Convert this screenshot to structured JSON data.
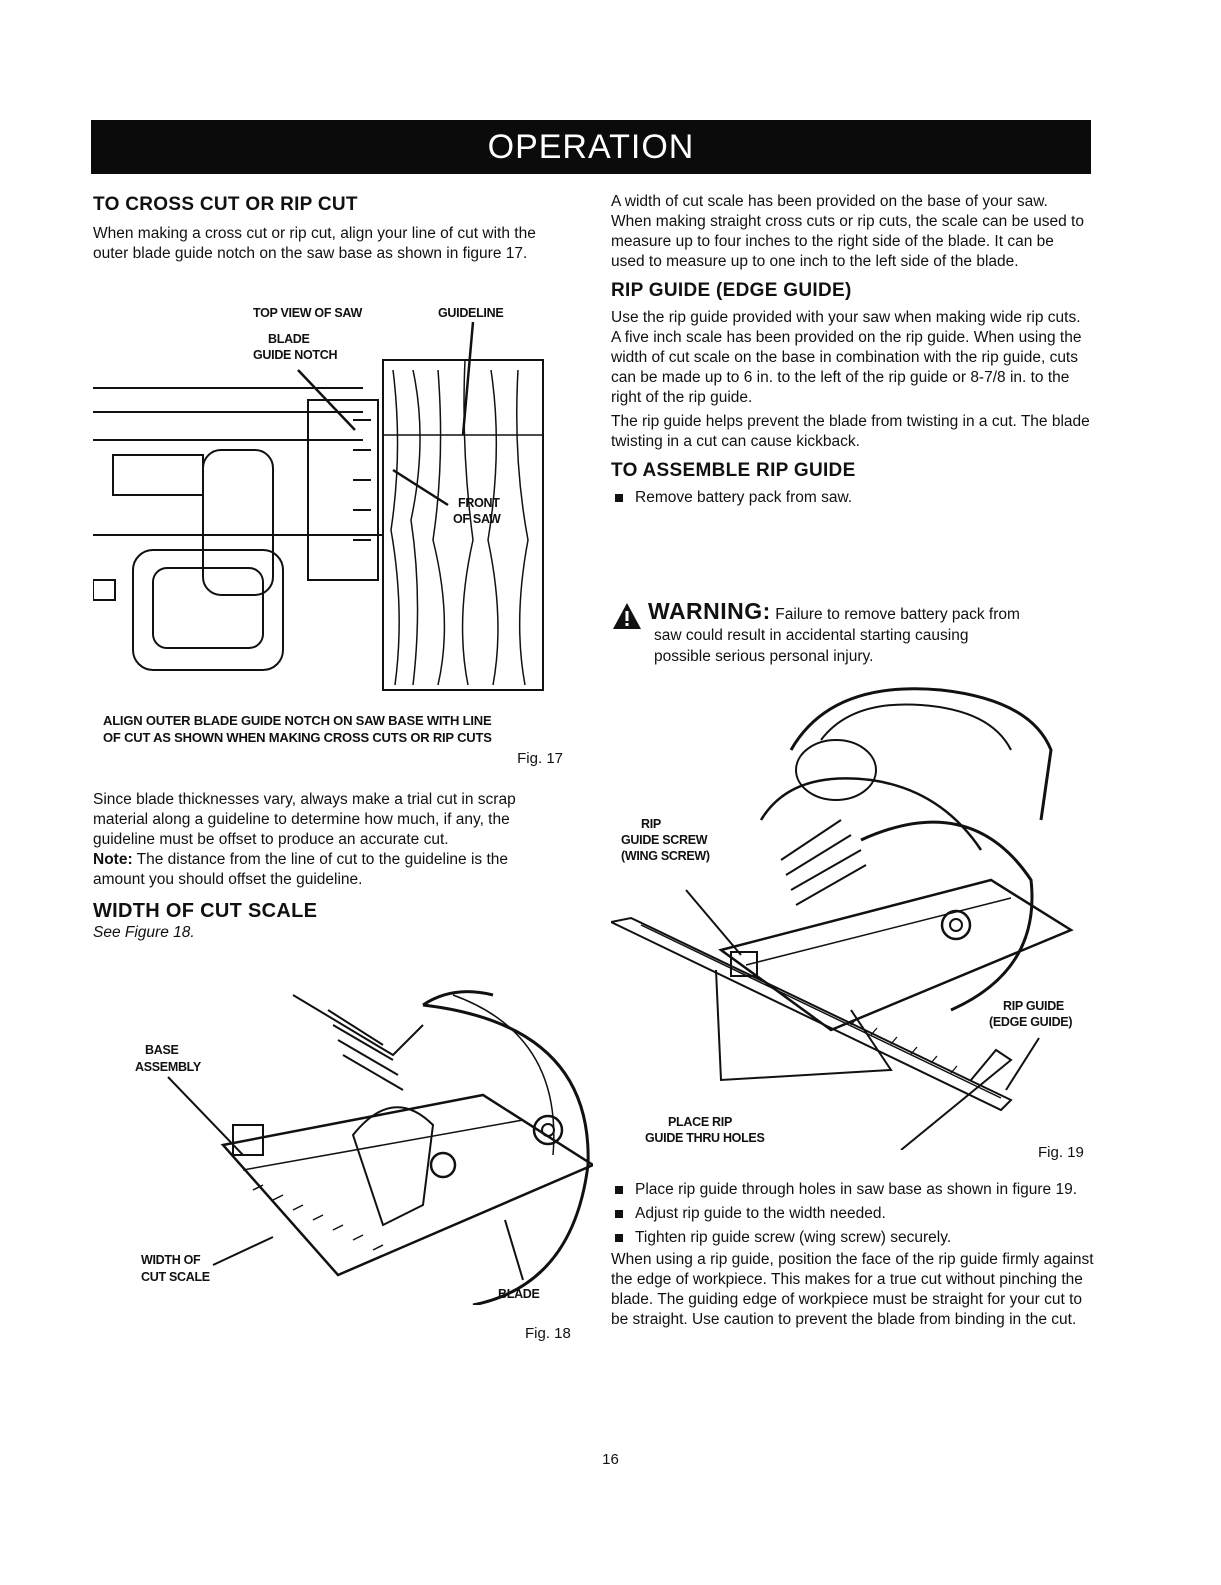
{
  "header": {
    "title": "OPERATION"
  },
  "left": {
    "cross_cut": {
      "heading": "TO CROSS CUT OR RIP CUT",
      "body": "When making a cross cut or rip cut, align your line of cut with the outer blade guide notch on the saw base as shown in figure 17."
    },
    "fig17": {
      "label_top_view": "TOP VIEW OF SAW",
      "label_guideline": "GUIDELINE",
      "label_blade_guide_notch_1": "BLADE",
      "label_blade_guide_notch_2": "GUIDE NOTCH",
      "label_front_1": "FRONT",
      "label_front_2": "OF SAW",
      "caption_1": "ALIGN OUTER BLADE GUIDE NOTCH ON SAW BASE WITH LINE",
      "caption_2": "OF CUT AS SHOWN WHEN MAKING CROSS CUTS OR RIP CUTS",
      "figno": "Fig. 17"
    },
    "thickness": "Since blade thicknesses vary, always make a trial cut in scrap material along a guideline to determine how much, if any, the guideline must be offset to produce an accurate cut.",
    "note_label": "Note:",
    "note_text": " The distance from the line of cut to the guideline is the amount you should offset the guideline.",
    "width_scale": {
      "heading": "WIDTH OF CUT SCALE",
      "see": "See Figure 18."
    },
    "fig18": {
      "label_base_1": "BASE",
      "label_base_2": "ASSEMBLY",
      "label_width_1": "WIDTH OF",
      "label_width_2": "CUT SCALE",
      "label_blade": "BLADE",
      "figno": "Fig. 18"
    }
  },
  "right": {
    "width_text": "A width of cut scale has been provided on the base of your saw. When making straight cross cuts or rip cuts, the scale can be used to measure up to four inches to the right side of the blade. It can be used to measure up to one inch to the left side of the blade.",
    "rip_guide": {
      "heading": "RIP GUIDE (EDGE GUIDE)",
      "p1": "Use the rip guide provided with your saw when making wide rip cuts. A five inch scale has been provided on the rip guide. When using the width of cut scale on the base in combination with the rip guide, cuts can be made up to 6 in. to the left of the rip guide or 8-7/8 in. to the right of the rip guide.",
      "p2": "The rip guide helps prevent the blade from twisting in a cut. The blade twisting in a cut can cause kickback."
    },
    "assemble": {
      "heading": "TO ASSEMBLE RIP GUIDE",
      "bullet1": "Remove battery pack from saw."
    },
    "warning": {
      "word": "WARNING:",
      "line1": "Failure to remove battery pack from",
      "line2": "saw could result in accidental starting causing",
      "line3": "possible serious personal injury."
    },
    "fig19": {
      "label_rip_1": "RIP",
      "label_rip_2": "GUIDE SCREW",
      "label_rip_3": "(WING SCREW)",
      "label_ripguide_1": "RIP GUIDE",
      "label_ripguide_2": "(EDGE GUIDE)",
      "label_place_1": "PLACE RIP",
      "label_place_2": "GUIDE THRU HOLES",
      "figno": "Fig. 19"
    },
    "bullets": [
      "Place rip guide through holes in saw base as shown in figure 19.",
      "Adjust rip guide to the width needed.",
      "Tighten rip guide screw (wing screw) securely."
    ],
    "final": "When using a rip guide, position the face of the rip guide firmly against the edge of workpiece. This makes for a true cut without pinching the blade. The guiding edge of workpiece must be straight for your cut to be straight. Use caution to prevent the blade from binding in the cut."
  },
  "page_number": "16"
}
